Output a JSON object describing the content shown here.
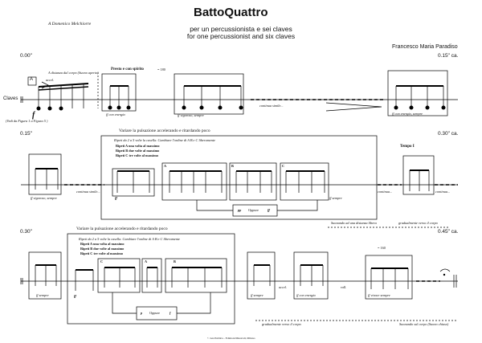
{
  "dedication": "A Domenico Melchiorre",
  "title": "BattoQuattro",
  "subtitle1": "per un percussionista e sei claves",
  "subtitle2": "for one percussionist and six claves",
  "composer": "Francesco Maria Paradiso",
  "instrument": "Claves",
  "system1": {
    "time_start": "0.00\"",
    "time_end": "0.15\" ca.",
    "rehearsal": "A",
    "distance_note": "A distanza dal corpo (Suono aperto)",
    "accel": "accel.",
    "tempo": "Presto e con spirito",
    "tempo_mark": "= 180",
    "vedi": "(Vedi da Figura 1 a Figura 5 )",
    "dyn_f": "f",
    "dyn_fff_con_energia": "ff con energia",
    "dyn_fff_vig": "ff vigoroso, sempre",
    "continua": "continua simile...",
    "dyn_fff_end": "ff con energia, sempre"
  },
  "system2": {
    "time_start": "0.15\"",
    "time_end": "0.30\" ca.",
    "header": "Variare la pulsazione accelerando e ritardando poco",
    "box_title": "Ripeti da 2 a 5 volte la casella. Cambiare l'ordine di A B e C liberamente",
    "rep_a": "Ripeti A una volta al massimo",
    "rep_b": "Ripeti B due volte al massimo",
    "rep_c": "Ripeti C tre volte al massimo",
    "label_a": "A",
    "label_b": "B",
    "label_c": "C",
    "tempo_primo": "Tempo I",
    "dyn_vig": "ff vigoroso, sempre",
    "continua": "continua simile...",
    "dyn_ff": "ff",
    "dyn_sempre": "ff sempre",
    "oppure_left": "pp",
    "oppure": "Oppure",
    "oppure_right": "ff",
    "continua2": "continua...",
    "continua3": "continua...",
    "suonando": "Suonando ad una distanza libera",
    "gradualmente": "gradualmente verso il corpo"
  },
  "system3": {
    "time_start": "0.30\"",
    "time_end": "0.45\" ca.",
    "header": "Variare la pulsazione accelerando e ritardando poco",
    "box_title": "Ripeti da 2 a 5 volte la casella. Cambiare l'ordine di A B e C liberamente",
    "rep_a": "Ripeti A una volta al massimo",
    "rep_b": "Ripeti B due volte al massimo",
    "rep_c": "Ripeti C tre volte al massimo",
    "label_a": "A",
    "label_b": "B",
    "label_c": "C",
    "dyn_sempre1": "ff sempre",
    "dyn_ff": "ff",
    "oppure_left": "p",
    "oppure": "Oppure",
    "oppure_right": "f",
    "dyn_sempre2": "ff sempre",
    "accel": "accel.",
    "dyn_energia": "ff con energia",
    "rall": "rall.",
    "tempo_mark": "= 160",
    "dyn_vivace": "ff vivace sempre",
    "gradualmente": "gradualmente verso il corpo",
    "suonando": "Suonando sul corpo (Suono chiuso)"
  },
  "footer": "© Ars Publica - Edizioni Musicali, Milano"
}
